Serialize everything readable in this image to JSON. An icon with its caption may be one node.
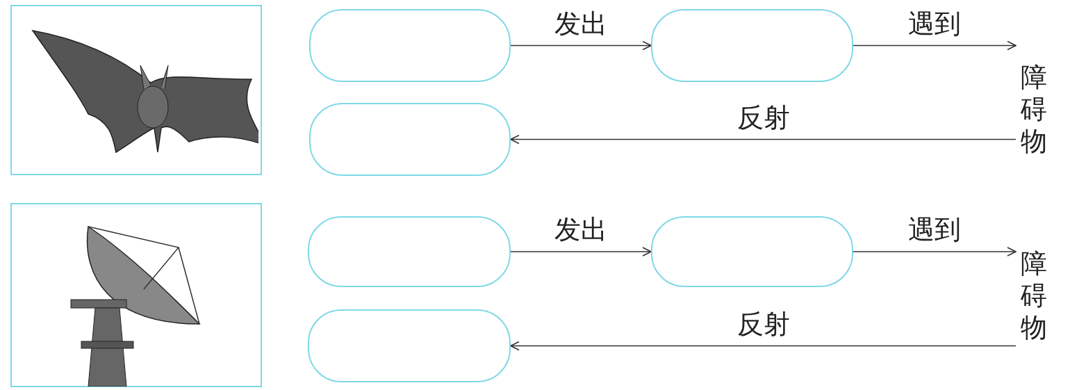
{
  "diagram": {
    "nodes": [
      {
        "text": [],
        "shape": "picture"
      },
      {
        "text": [],
        "shape": "box"
      },
      {
        "text": [],
        "shape": "box"
      },
      {
        "text": [
          "障碍物"
        ]
      },
      {
        "text": [],
        "shape": "box"
      },
      {
        "text": [],
        "shape": "picture"
      },
      {
        "text": [],
        "shape": "box"
      },
      {
        "text": [],
        "shape": "box"
      },
      {
        "text": [
          "障碍物"
        ]
      },
      {
        "text": [],
        "shape": "box"
      }
    ],
    "edges": [
      {
        "from": 1,
        "to": 2,
        "arrow": "to",
        "label": "发出"
      },
      {
        "from": 2,
        "to": 3,
        "arrow": "to",
        "label": "遇到"
      },
      {
        "from": 3,
        "to": 4,
        "arrow": "to",
        "label": "反射"
      },
      {
        "from": 6,
        "to": 7,
        "arrow": "to",
        "label": "发出"
      },
      {
        "from": 7,
        "to": 8,
        "arrow": "to",
        "label": "遇到"
      },
      {
        "from": 8,
        "to": 9,
        "arrow": "to",
        "label": "反射"
      }
    ]
  }
}
